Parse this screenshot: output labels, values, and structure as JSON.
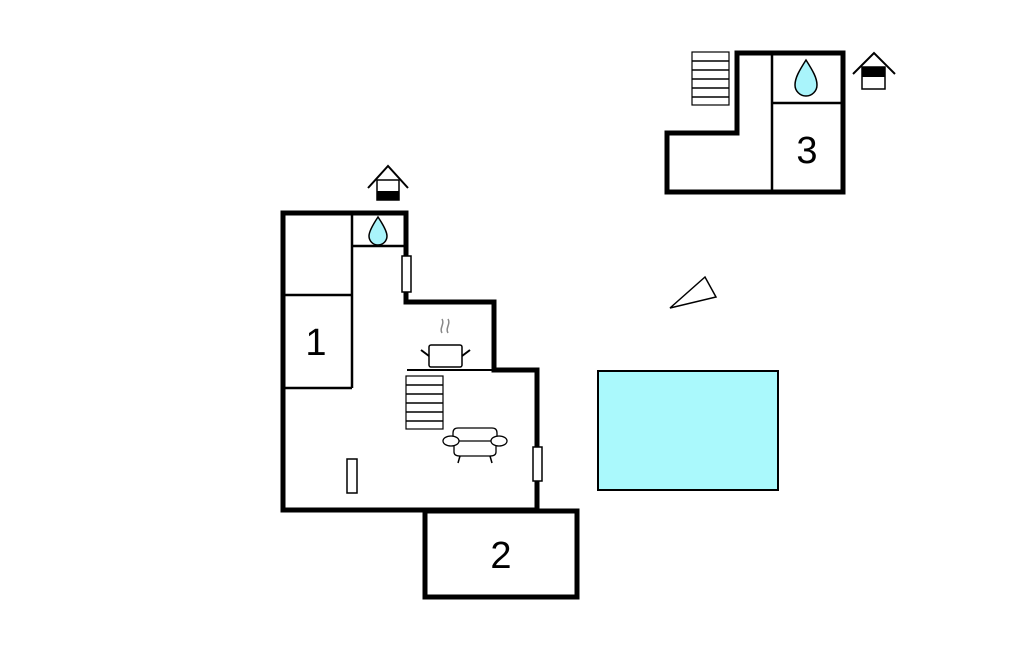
{
  "plan": {
    "rooms": [
      {
        "label": "1",
        "type": "bedroom"
      },
      {
        "label": "2",
        "type": "bedroom"
      },
      {
        "label": "3",
        "type": "bedroom"
      }
    ],
    "icons": [
      "house-entrance-icon",
      "water-drop-icon",
      "cooking-pot-icon",
      "stairs-icon",
      "sofa-icon",
      "compass-north-icon",
      "swimming-pool"
    ]
  },
  "colors": {
    "water": "#a9f4fb",
    "pool": "#aaf9fc",
    "wall": "#000000"
  }
}
